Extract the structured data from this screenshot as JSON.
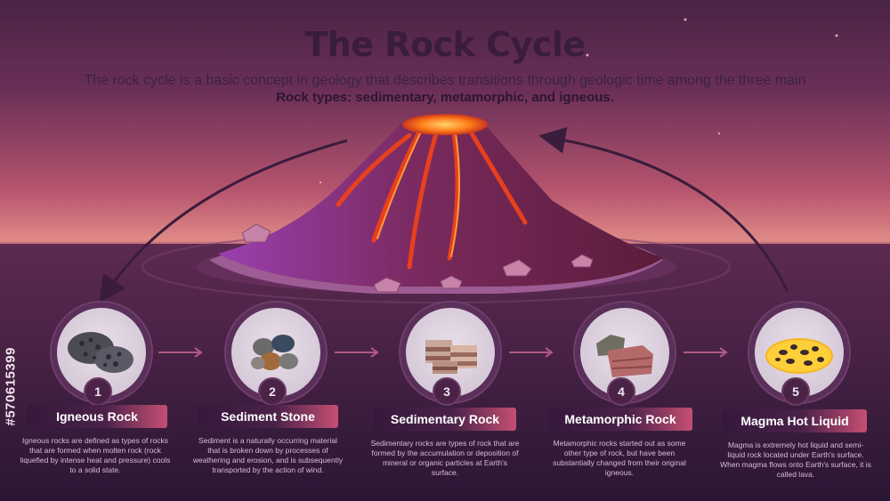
{
  "header": {
    "title": "The Rock Cycle",
    "subtitle": "The rock cycle is a basic concept in geology that describes transitions through geologic time among the three main",
    "subtitle_bold": "Rock types: sedimentary, metamorphic, and igneous."
  },
  "stages": [
    {
      "number": "1",
      "title": "Igneous Rock",
      "icon": "porous-rock-icon",
      "description": "Igneous rocks are defined as types of rocks that are formed when molten rock (rock liquefied by intense heat and pressure) cools to a solid state."
    },
    {
      "number": "2",
      "title": "Sediment Stone",
      "icon": "pebbles-icon",
      "description": "Sediment is a naturally occurring material that is broken down by processes of weathering and erosion, and is subsequently transported by the action of wind."
    },
    {
      "number": "3",
      "title": "Sedimentary Rock",
      "icon": "layered-rock-icon",
      "description": "Sedimentary rocks are types of rock that are formed by the accumulation or deposition of mineral or organic particles at Earth's surface."
    },
    {
      "number": "4",
      "title": "Metamorphic Rock",
      "icon": "metamorphic-rock-icon",
      "description": "Metamorphic rocks started out as some other type of rock, but have been substantially changed from their original igneous."
    },
    {
      "number": "5",
      "title": "Magma Hot Liquid",
      "icon": "magma-icon",
      "description": "Magma is extremely hot liquid and semi-liquid rock located under Earth's surface. When magma flows onto Earth's surface, it is called lava."
    }
  ],
  "colors": {
    "accent": "#c64f73",
    "dark": "#3a1c3c",
    "lava": "#ff6a1a"
  },
  "watermark": {
    "id_text": "#570615399"
  }
}
